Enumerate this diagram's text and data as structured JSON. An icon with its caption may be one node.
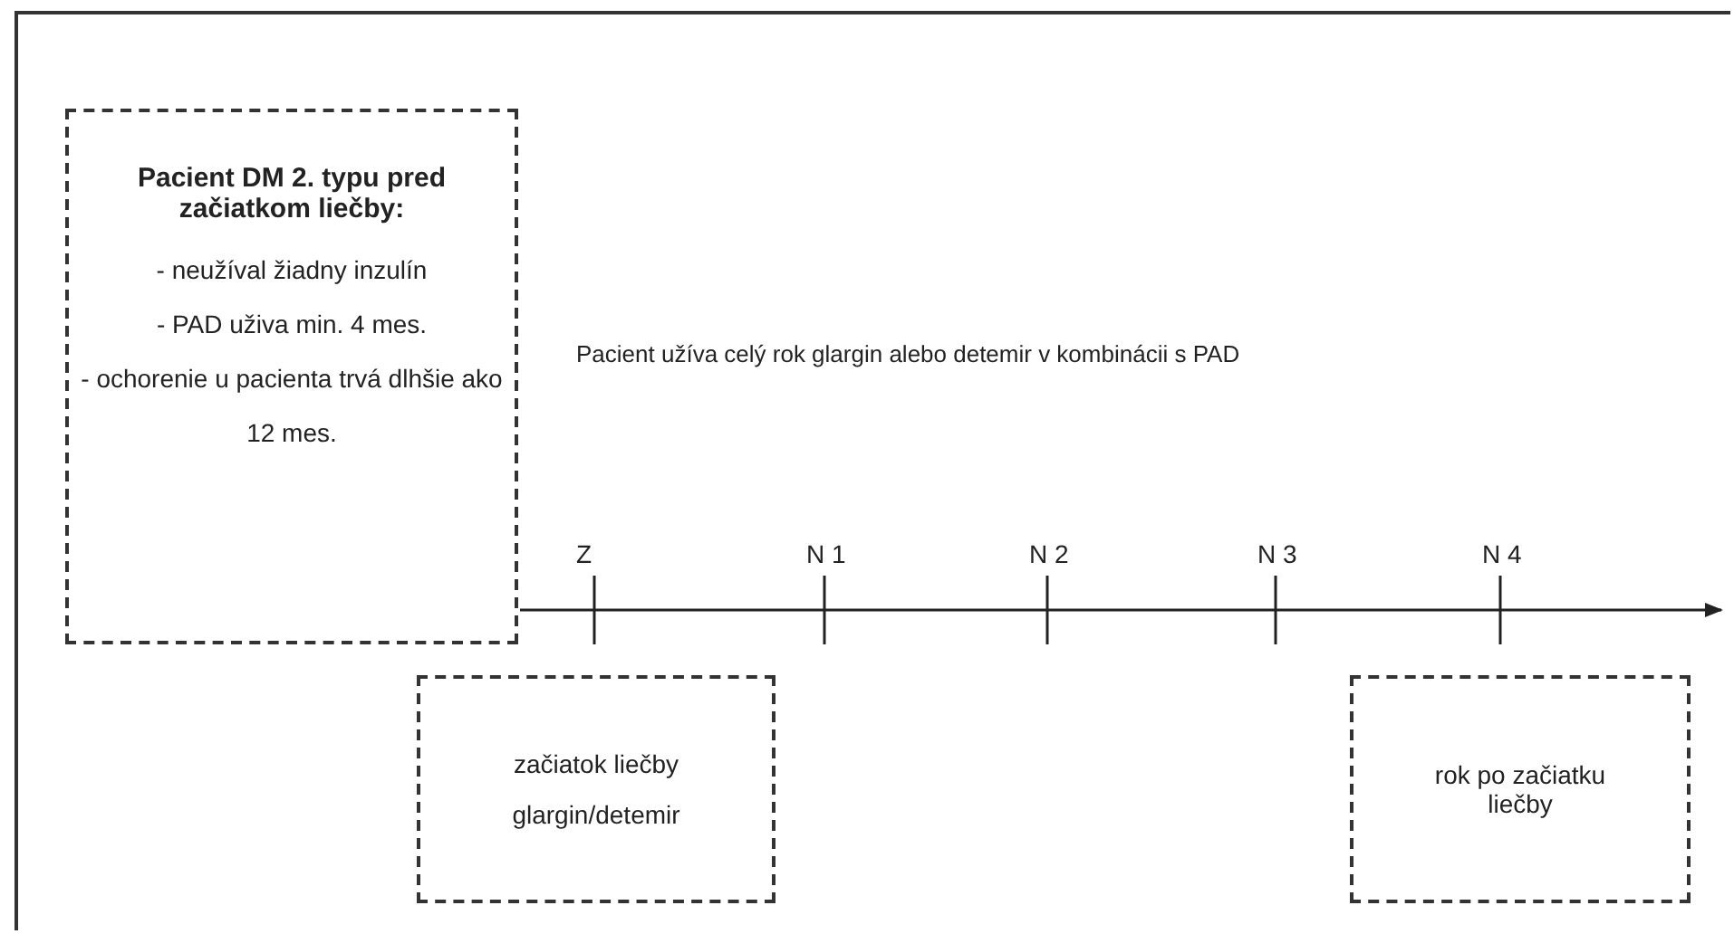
{
  "diagram": {
    "nodes": [
      {
        "text": [
          "Pacient DM 2. typu pred začiatkom liečby:",
          "- neužíval žiadny inzulín",
          "- PAD uživa min. 4 mes.",
          "- ochorenie u pacienta trvá dlhšie ako 12 mes."
        ]
      },
      {
        "text": [
          "začiatok liečby",
          "glargin/detemir"
        ]
      },
      {
        "text": [
          "rok po začiatku liečby"
        ]
      }
    ],
    "labels": [
      "Pacient užíva celý rok glargin alebo detemir v kombinácii s PAD",
      "Z",
      "N 1",
      "N 2",
      "N 3",
      "N 4"
    ]
  }
}
